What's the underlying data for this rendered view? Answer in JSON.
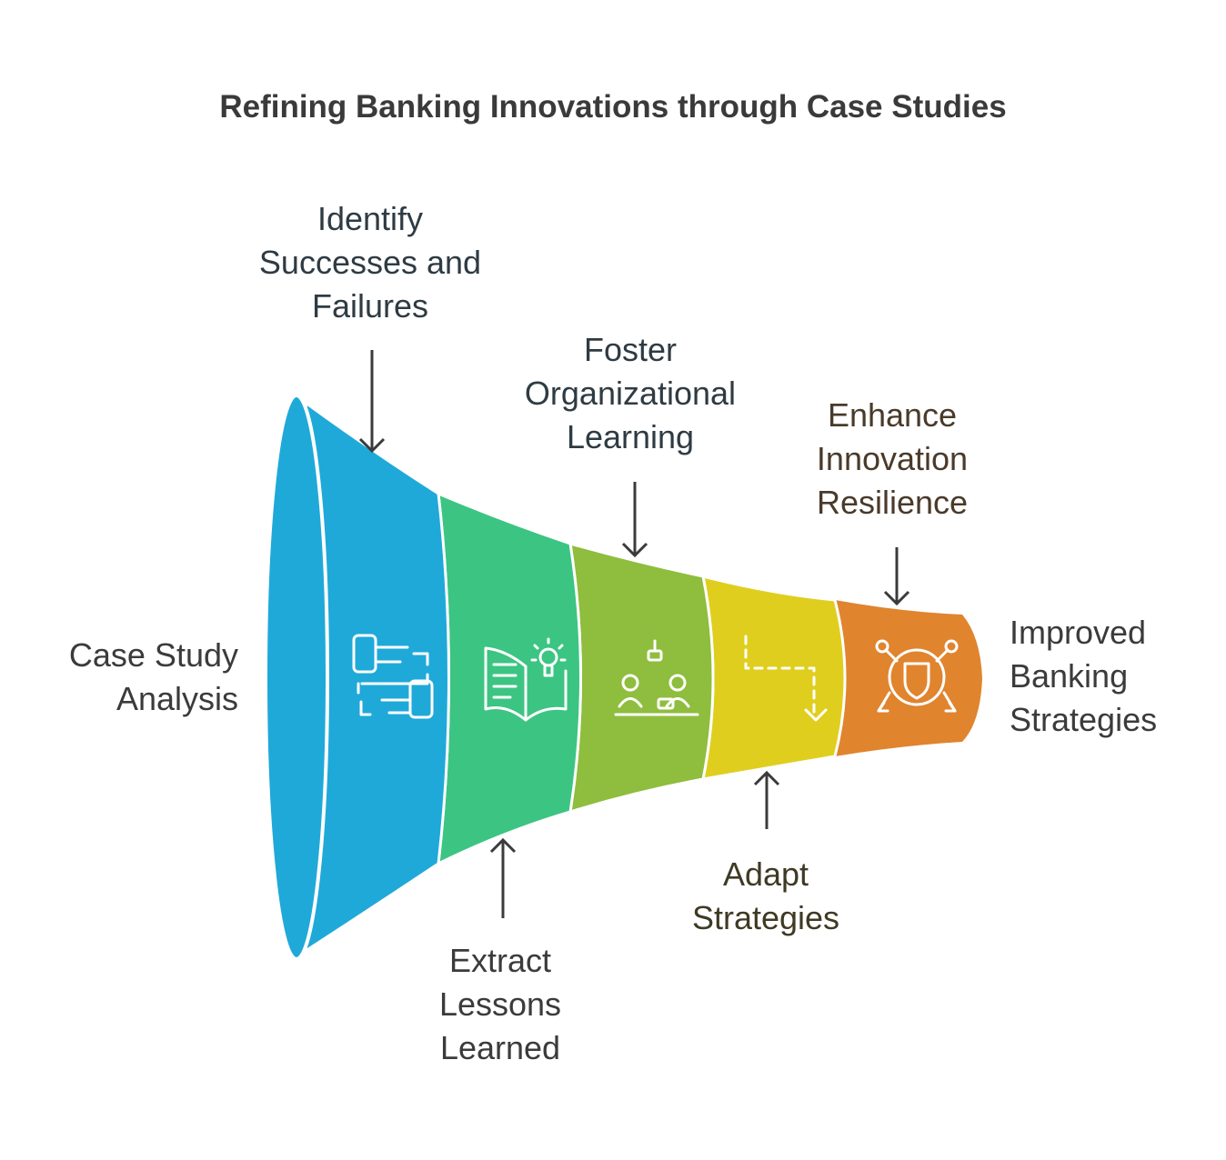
{
  "title": "Refining Banking Innovations through Case Studies",
  "start_label": "Case Study\nAnalysis",
  "end_label": "Improved\nBanking\nStrategies",
  "stages": [
    {
      "label": "Identify\nSuccesses and\nFailures",
      "color": "#1FA9D9",
      "icon": "flow-process-icon"
    },
    {
      "label": "Extract\nLessons\nLearned",
      "color": "#3CC483",
      "icon": "book-lightbulb-icon"
    },
    {
      "label": "Foster\nOrganizational\nLearning",
      "color": "#8FBD3E",
      "icon": "team-meeting-icon"
    },
    {
      "label": "Adapt\nStrategies",
      "color": "#E0CE1F",
      "icon": "dashed-path-arrow-icon"
    },
    {
      "label": "Enhance\nInnovation\nResilience",
      "color": "#E0842E",
      "icon": "shield-network-icon"
    }
  ],
  "mouth_color": "#1FA9D9"
}
